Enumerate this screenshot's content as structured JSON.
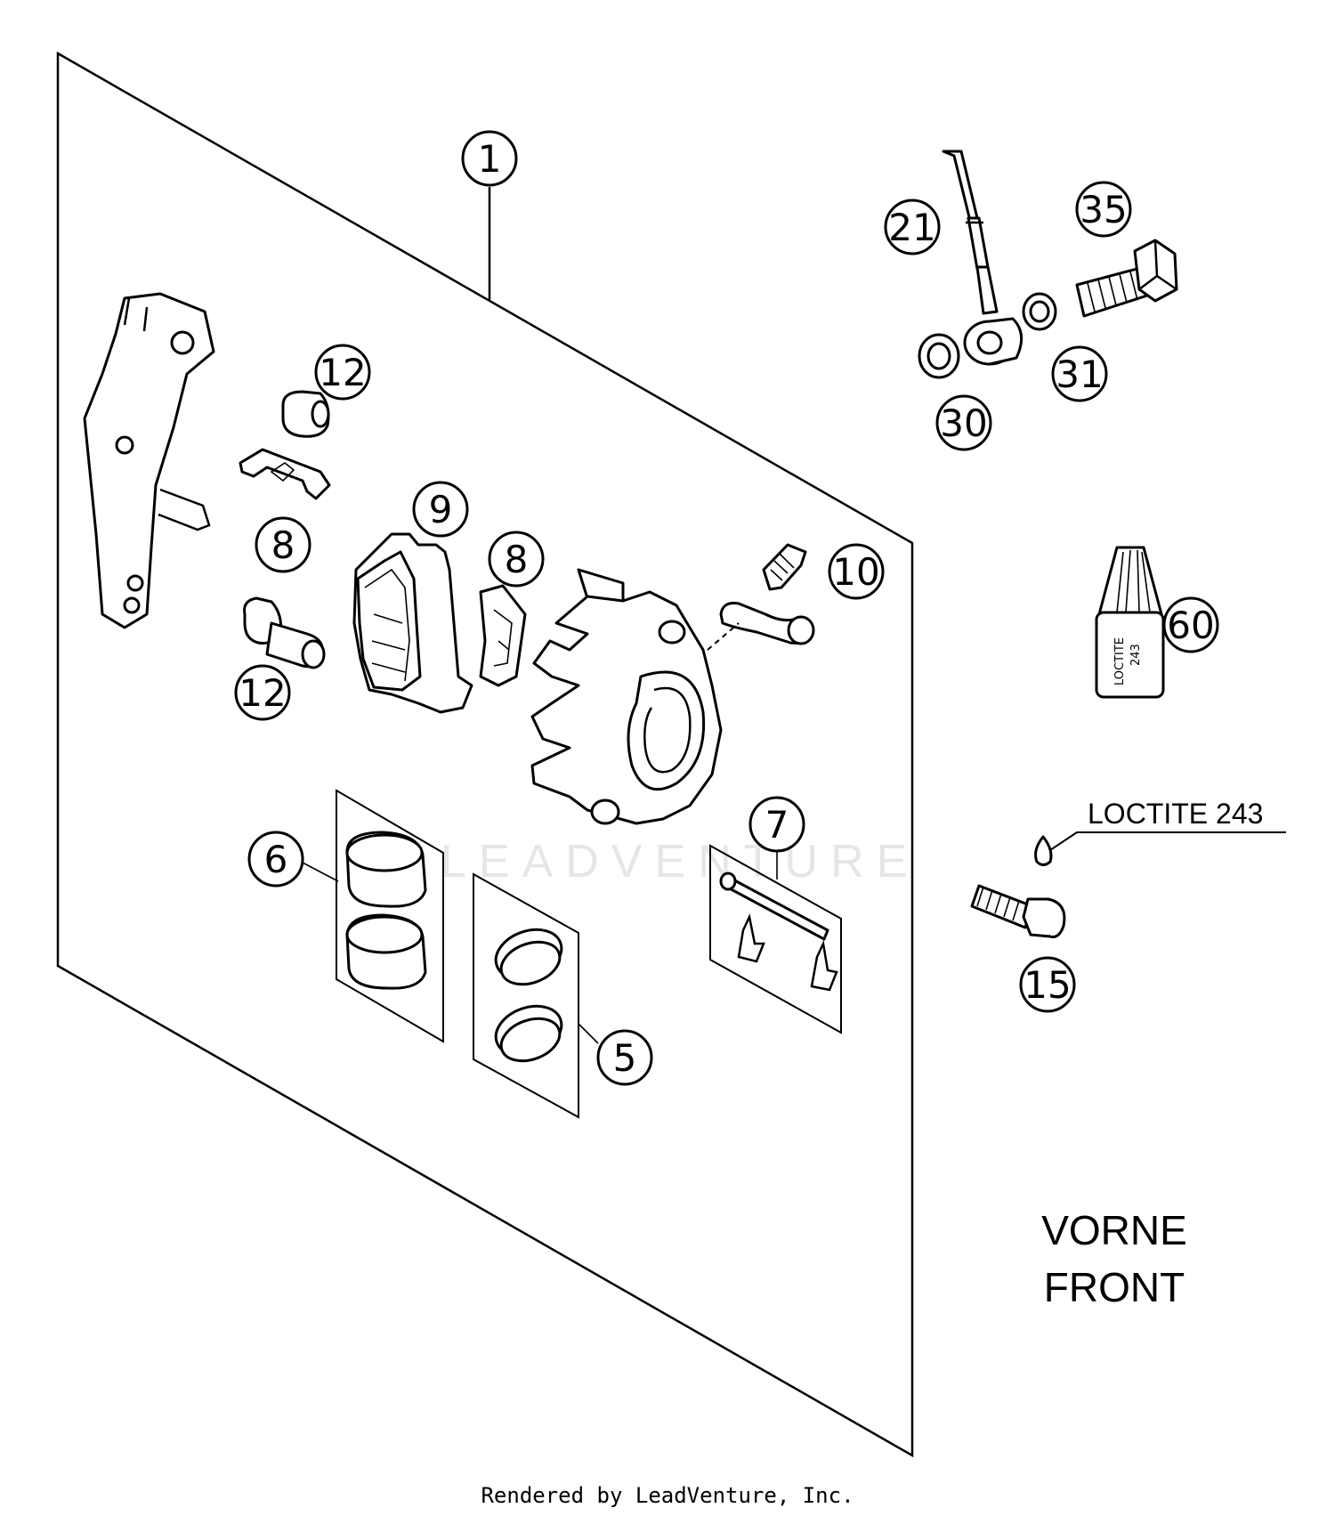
{
  "callouts": [
    {
      "id": "c1",
      "label": "1"
    },
    {
      "id": "c5",
      "label": "5"
    },
    {
      "id": "c6",
      "label": "6"
    },
    {
      "id": "c7",
      "label": "7"
    },
    {
      "id": "c8a",
      "label": "8"
    },
    {
      "id": "c8b",
      "label": "8"
    },
    {
      "id": "c9",
      "label": "9"
    },
    {
      "id": "c10",
      "label": "10"
    },
    {
      "id": "c12a",
      "label": "12"
    },
    {
      "id": "c12b",
      "label": "12"
    },
    {
      "id": "c15",
      "label": "15"
    },
    {
      "id": "c21",
      "label": "21"
    },
    {
      "id": "c30",
      "label": "30"
    },
    {
      "id": "c31",
      "label": "31"
    },
    {
      "id": "c35",
      "label": "35"
    },
    {
      "id": "c60",
      "label": "60"
    }
  ],
  "notes": {
    "loctite_callout": "LOCTITE 243",
    "bottle_label_line1": "LOCTITE",
    "bottle_label_line2": "243"
  },
  "region_label": {
    "line1": "VORNE",
    "line2": "FRONT"
  },
  "watermark": "LEADVENTURE",
  "footer": {
    "credit": "Rendered by LeadVenture, Inc."
  }
}
